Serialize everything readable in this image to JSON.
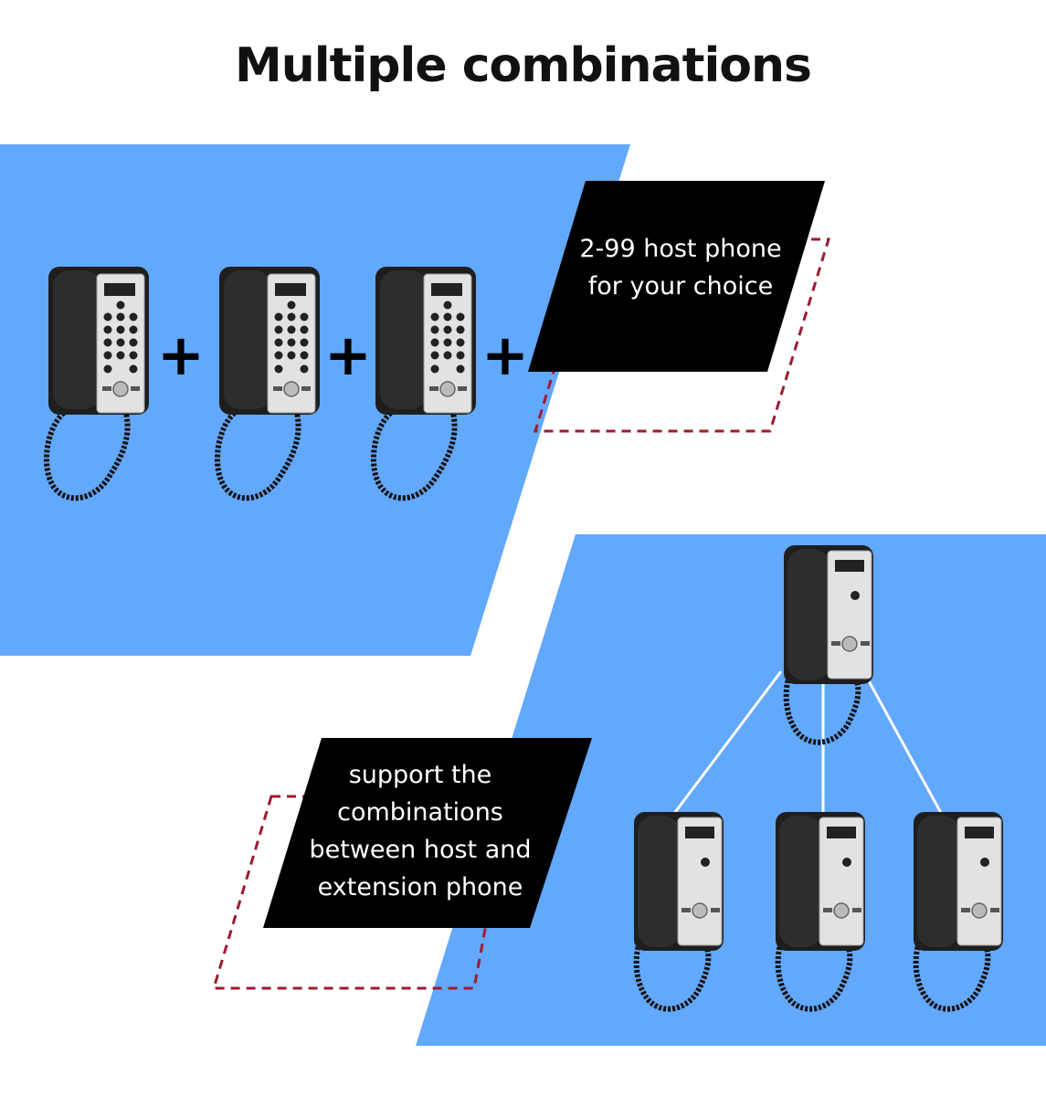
{
  "title": "Multiple combinations",
  "panel_top": {
    "caption_line1": "2-99 host phone",
    "caption_line2": "for your choice",
    "plus_sign": "+",
    "phone_icons": [
      "keypad-phone-icon",
      "keypad-phone-icon",
      "keypad-phone-icon"
    ]
  },
  "panel_bottom": {
    "caption_line1": "support the",
    "caption_line2": "combinations",
    "caption_line3": "between host and",
    "caption_line4": "extension phone",
    "phone_icons": [
      "intercom-phone-icon",
      "intercom-phone-icon",
      "intercom-phone-icon",
      "intercom-phone-icon"
    ]
  },
  "colors": {
    "panel_blue": "#62a8fb",
    "label_black": "#000000",
    "dashed_red": "#9e1b32",
    "connector_white": "#ffffff"
  }
}
